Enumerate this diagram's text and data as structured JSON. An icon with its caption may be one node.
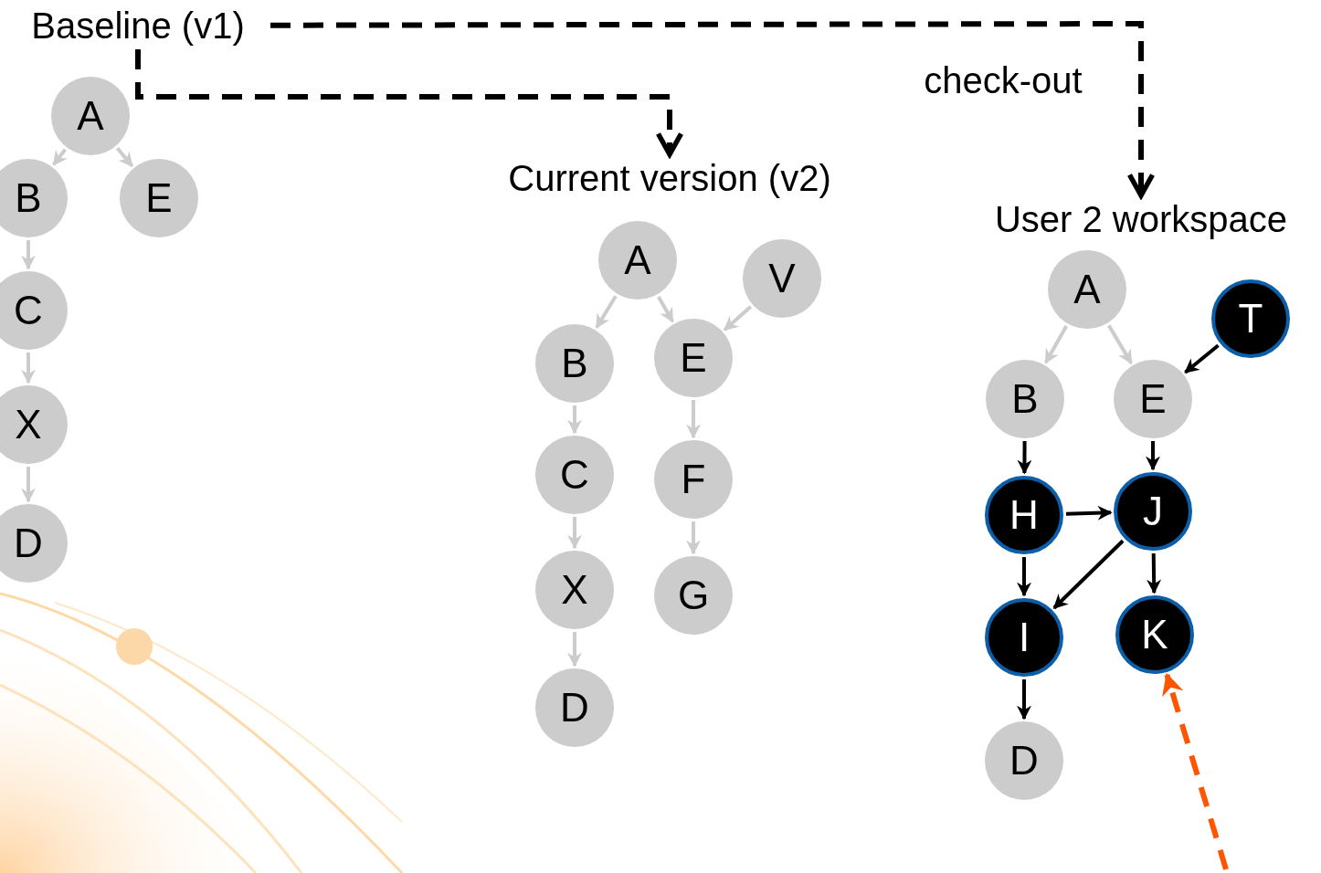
{
  "diagram": {
    "nodes": [
      {
        "text": [
          "Baseline (v1)"
        ]
      },
      {
        "text": [
          "A"
        ]
      },
      {
        "text": [
          "B"
        ]
      },
      {
        "text": [
          "E"
        ]
      },
      {
        "text": [
          "C"
        ]
      },
      {
        "text": [
          "X"
        ]
      },
      {
        "text": [
          "D"
        ]
      },
      {
        "text": [
          "Current version (v2)"
        ]
      },
      {
        "text": [
          "A"
        ]
      },
      {
        "text": [
          "V"
        ]
      },
      {
        "text": [
          "B"
        ]
      },
      {
        "text": [
          "E"
        ]
      },
      {
        "text": [
          "C"
        ]
      },
      {
        "text": [
          "F"
        ]
      },
      {
        "text": [
          "X"
        ]
      },
      {
        "text": [
          "G"
        ]
      },
      {
        "text": [
          "D"
        ]
      },
      {
        "text": [
          "User 2 workspace"
        ]
      },
      {
        "text": [
          "A"
        ]
      },
      {
        "text": [
          "T"
        ]
      },
      {
        "text": [
          "B"
        ]
      },
      {
        "text": [
          "E"
        ]
      },
      {
        "text": [
          "H"
        ]
      },
      {
        "text": [
          "J"
        ]
      },
      {
        "text": [
          "I"
        ]
      },
      {
        "text": [
          "K"
        ]
      },
      {
        "text": [
          "D"
        ]
      }
    ],
    "edges": [
      {
        "from": 0,
        "to": 7,
        "arrow": "to",
        "style": "dashed",
        "color": "#000000"
      },
      {
        "from": 0,
        "to": 17,
        "arrow": "to",
        "style": "dashed",
        "color": "#000000",
        "label": "check-out"
      },
      {
        "from": 1,
        "to": 2,
        "arrow": "to"
      },
      {
        "from": 1,
        "to": 3,
        "arrow": "to"
      },
      {
        "from": 2,
        "to": 4,
        "arrow": "to"
      },
      {
        "from": 4,
        "to": 5,
        "arrow": "to"
      },
      {
        "from": 5,
        "to": 6,
        "arrow": "to"
      },
      {
        "from": 8,
        "to": 10,
        "arrow": "to"
      },
      {
        "from": 8,
        "to": 11,
        "arrow": "to"
      },
      {
        "from": 9,
        "to": 11,
        "arrow": "to"
      },
      {
        "from": 10,
        "to": 12,
        "arrow": "to"
      },
      {
        "from": 12,
        "to": 14,
        "arrow": "to"
      },
      {
        "from": 14,
        "to": 16,
        "arrow": "to"
      },
      {
        "from": 11,
        "to": 13,
        "arrow": "to"
      },
      {
        "from": 13,
        "to": 15,
        "arrow": "to"
      },
      {
        "from": 18,
        "to": 20,
        "arrow": "to"
      },
      {
        "from": 18,
        "to": 21,
        "arrow": "to"
      },
      {
        "from": 19,
        "to": 21,
        "arrow": "to",
        "color": "#000000"
      },
      {
        "from": 20,
        "to": 22,
        "arrow": "to",
        "color": "#000000"
      },
      {
        "from": 21,
        "to": 23,
        "arrow": "to",
        "color": "#000000"
      },
      {
        "from": 22,
        "to": 23,
        "arrow": "to",
        "color": "#000000"
      },
      {
        "from": 22,
        "to": 24,
        "arrow": "to",
        "color": "#000000"
      },
      {
        "from": 23,
        "to": 24,
        "arrow": "to",
        "color": "#000000"
      },
      {
        "from": 23,
        "to": 25,
        "arrow": "to",
        "color": "#000000"
      },
      {
        "from": 24,
        "to": 26,
        "arrow": "to",
        "color": "#000000"
      },
      {
        "from": null,
        "to": 25,
        "arrow": "to",
        "style": "dashed",
        "color": "#ff5500"
      }
    ]
  }
}
